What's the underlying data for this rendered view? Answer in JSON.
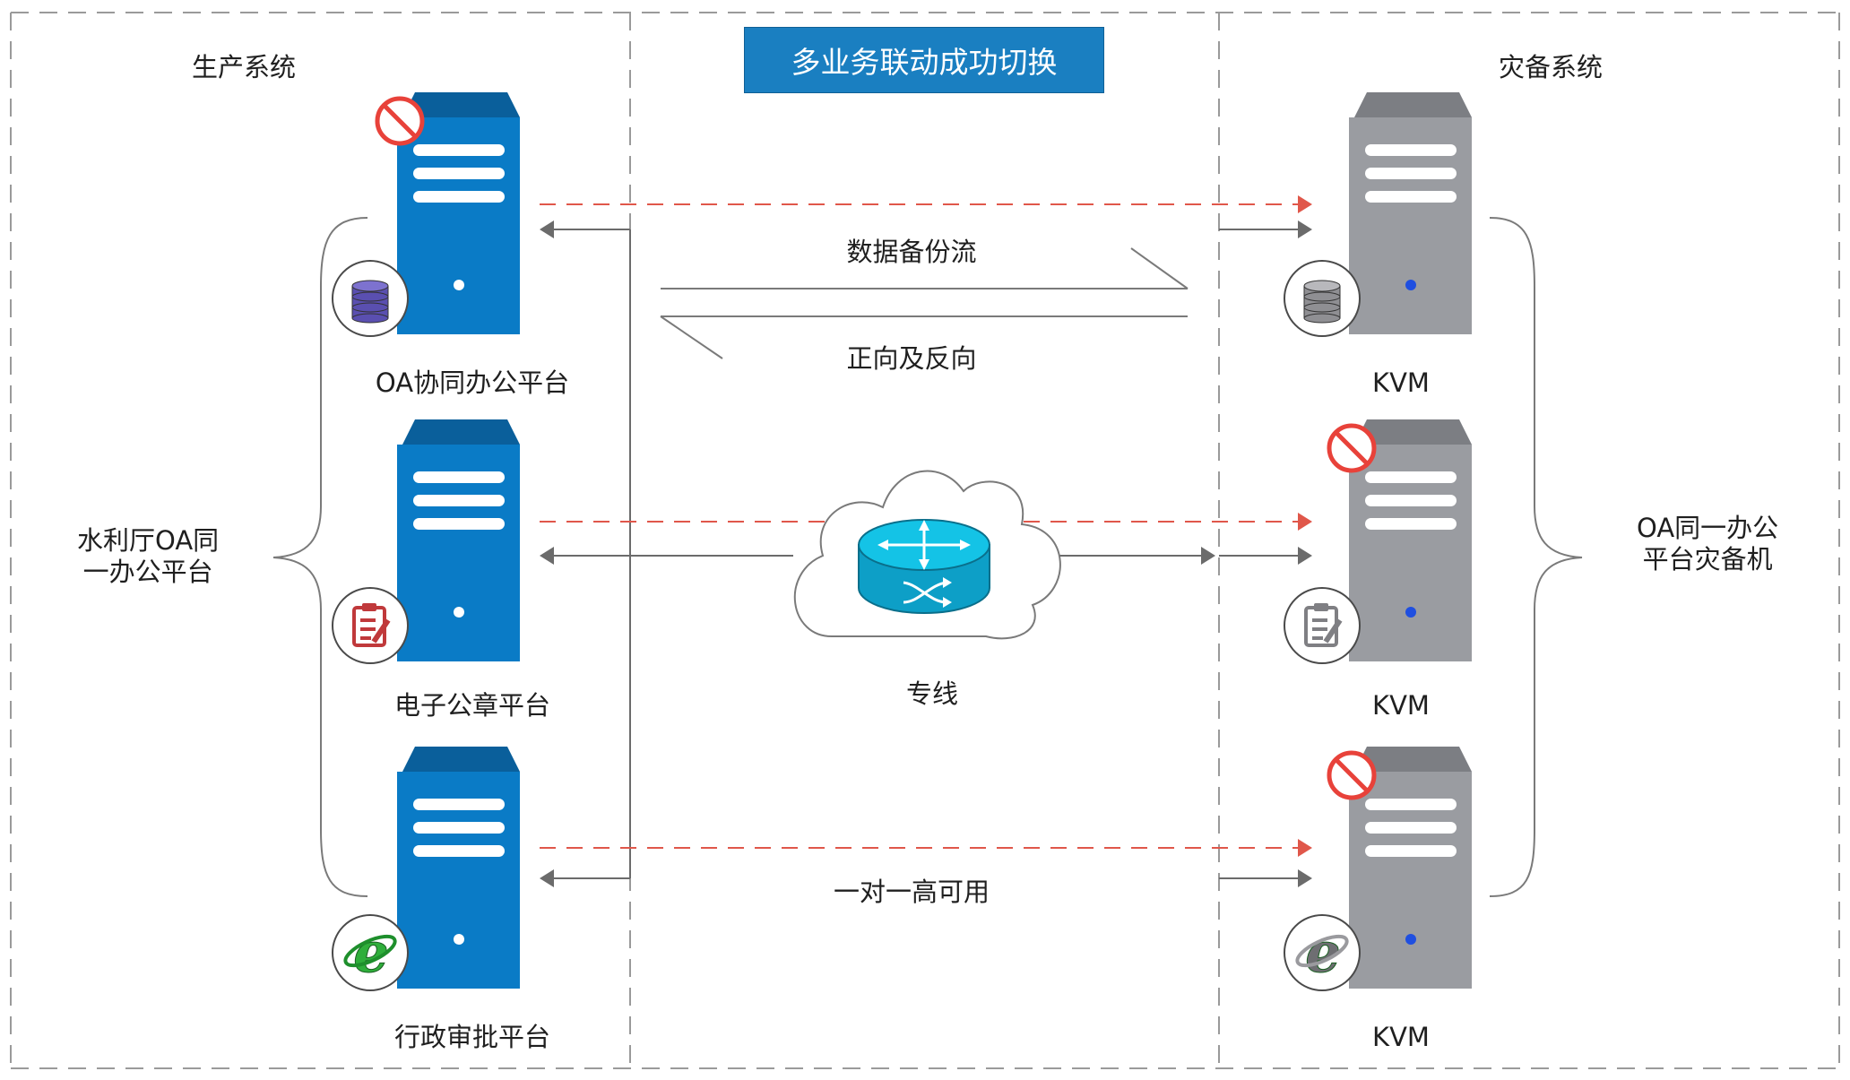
{
  "title": "多业务联动成功切换",
  "sections": {
    "production": "生产系统",
    "backup": "灾备系统"
  },
  "production_servers": [
    {
      "label": "OA协同办公平台",
      "app_icon": "database-icon",
      "blocked": true
    },
    {
      "label": "电子公章平台",
      "app_icon": "document-edit-icon",
      "blocked": false
    },
    {
      "label": "行政审批平台",
      "app_icon": "browser-e-icon",
      "blocked": false
    }
  ],
  "backup_servers": [
    {
      "label": "KVM",
      "app_icon": "database-icon",
      "blocked": false
    },
    {
      "label": "KVM",
      "app_icon": "document-edit-icon",
      "blocked": true
    },
    {
      "label": "KVM",
      "app_icon": "browser-e-icon",
      "blocked": true
    }
  ],
  "group_labels": {
    "production_group": [
      "水利厅OA同",
      "一办公平台"
    ],
    "backup_group": [
      "OA同一办公",
      "平台灾备机"
    ]
  },
  "middle_labels": {
    "data_flow": "数据备份流",
    "direction": "正向及反向",
    "line": "专线",
    "ha": "一对一高可用"
  },
  "colors": {
    "production_server": "#0a7bc6",
    "backup_server": "#9a9ca1",
    "dashed_arrow": "#e0574a",
    "router": "#14c3e6",
    "blocked": "#e8423a"
  }
}
